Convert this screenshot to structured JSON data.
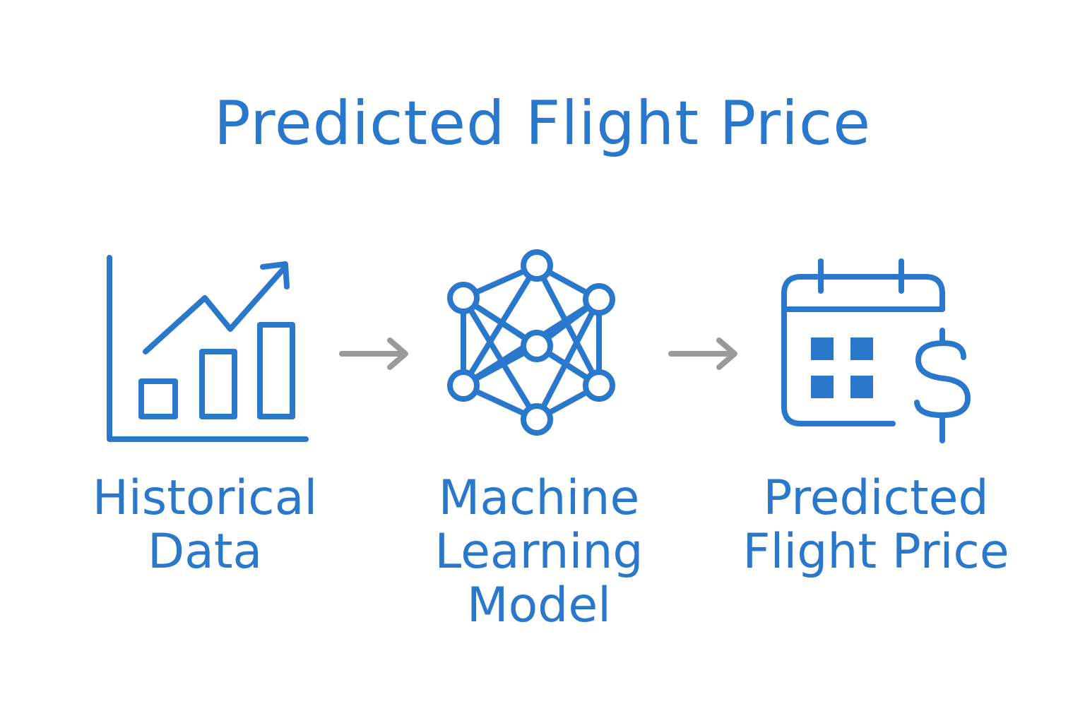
{
  "title": "Predicted Flight Price",
  "colors": {
    "primary": "#2a78cc",
    "arrow": "#9a9a9a",
    "background": "#ffffff"
  },
  "steps": [
    {
      "icon": "bar-chart-trend-icon",
      "label_lines": [
        "Historical",
        "Data"
      ]
    },
    {
      "icon": "neural-network-icon",
      "label_lines": [
        "Machine",
        "Learning",
        "Model"
      ]
    },
    {
      "icon": "calendar-dollar-icon",
      "label_lines": [
        "Predicted",
        "Flight Price"
      ]
    }
  ],
  "connectors": [
    {
      "icon": "right-arrow-icon"
    },
    {
      "icon": "right-arrow-icon"
    }
  ]
}
